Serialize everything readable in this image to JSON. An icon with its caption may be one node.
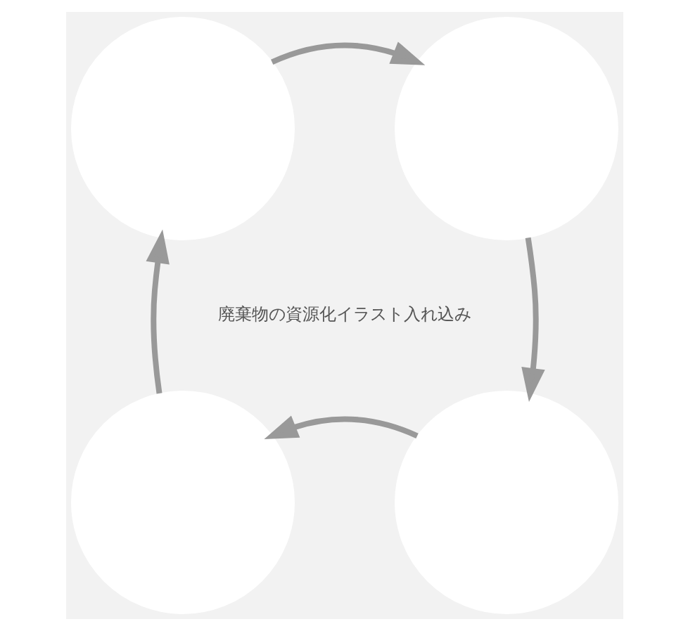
{
  "diagram": {
    "nodes": [
      {
        "text": [],
        "shape": "circle"
      },
      {
        "text": [],
        "shape": "circle"
      },
      {
        "text": [],
        "shape": "circle"
      },
      {
        "text": [],
        "shape": "circle"
      }
    ],
    "edges": [
      {
        "from": 0,
        "to": 1,
        "arrow": "to"
      },
      {
        "from": 1,
        "to": 3,
        "arrow": "to"
      },
      {
        "from": 3,
        "to": 2,
        "arrow": "to"
      },
      {
        "from": 2,
        "to": 0,
        "arrow": "to"
      }
    ],
    "labels": [
      "廃棄物の資源化イラスト入れ込み"
    ]
  }
}
